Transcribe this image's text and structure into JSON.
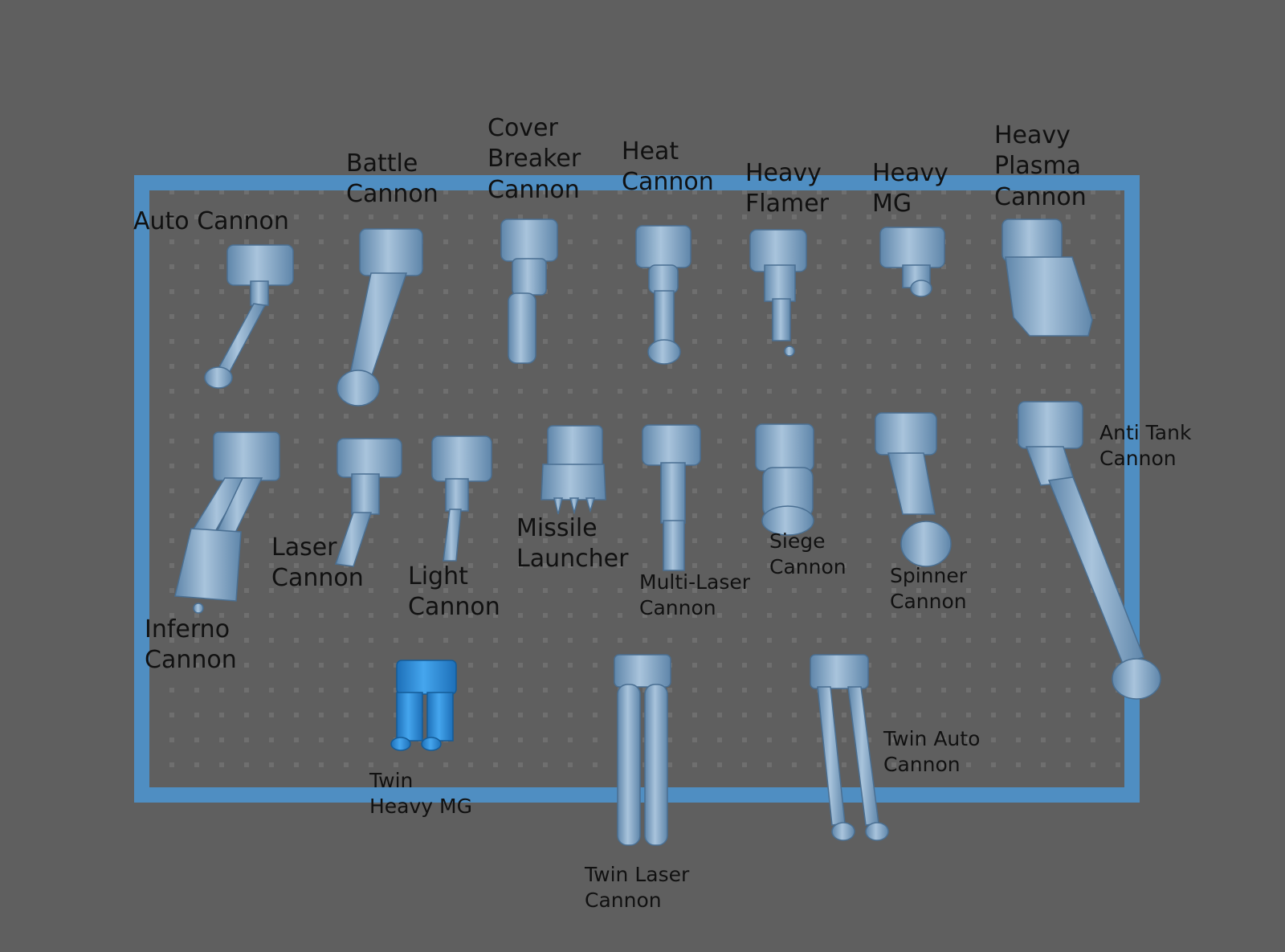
{
  "colors": {
    "background": "#5f5f5f",
    "plate_border": "#4f8ec2",
    "part": "#8fb1cf",
    "part_dark": "#5f86aa",
    "selected_part": "#2f8fdc",
    "label": "#111111"
  },
  "parts": [
    {
      "id": "auto-cannon",
      "label": "Auto Cannon",
      "selected": false
    },
    {
      "id": "battle-cannon",
      "label": "Battle\nCannon",
      "selected": false
    },
    {
      "id": "cover-breaker-cannon",
      "label": "Cover\nBreaker\nCannon",
      "selected": false
    },
    {
      "id": "heat-cannon",
      "label": "Heat\nCannon",
      "selected": false
    },
    {
      "id": "heavy-flamer",
      "label": "Heavy\nFlamer",
      "selected": false
    },
    {
      "id": "heavy-mg",
      "label": "Heavy\nMG",
      "selected": false
    },
    {
      "id": "heavy-plasma-cannon",
      "label": "Heavy\nPlasma\nCannon",
      "selected": false
    },
    {
      "id": "inferno-cannon",
      "label": "Inferno\nCannon",
      "selected": false
    },
    {
      "id": "laser-cannon",
      "label": "Laser\nCannon",
      "selected": false
    },
    {
      "id": "light-cannon",
      "label": "Light\nCannon",
      "selected": false
    },
    {
      "id": "missile-launcher",
      "label": "Missile\nLauncher",
      "selected": false
    },
    {
      "id": "multi-laser-cannon",
      "label": "Multi-Laser\nCannon",
      "selected": false
    },
    {
      "id": "siege-cannon",
      "label": "Siege\nCannon",
      "selected": false
    },
    {
      "id": "spinner-cannon",
      "label": "Spinner\nCannon",
      "selected": false
    },
    {
      "id": "anti-tank-cannon",
      "label": "Anti Tank\nCannon",
      "selected": false
    },
    {
      "id": "twin-heavy-mg",
      "label": "Twin\nHeavy MG",
      "selected": true
    },
    {
      "id": "twin-laser-cannon",
      "label": "Twin Laser\nCannon",
      "selected": false
    },
    {
      "id": "twin-auto-cannon",
      "label": "Twin Auto\nCannon",
      "selected": false
    }
  ]
}
